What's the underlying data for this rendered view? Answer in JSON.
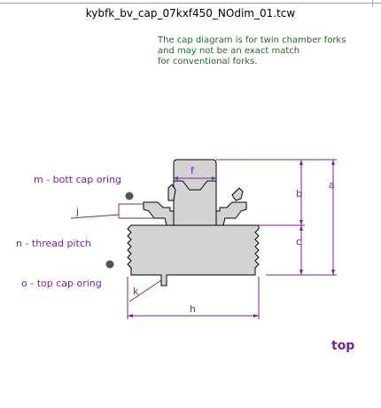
{
  "title": "kybfk_bv_cap_07kxf450_NOdim_01.tcw",
  "note": [
    "The cap diagram is for twin chamber forks",
    "and may not be an exact match",
    "for conventional forks."
  ],
  "labels": {
    "m": "m - bott cap oring",
    "n": "n - thread pitch",
    "o": "o - top cap oring"
  },
  "dims": {
    "a": "a",
    "b": "b",
    "c": "c",
    "f": "f",
    "h": "h",
    "j": "j",
    "k": "k"
  },
  "view_label": "top",
  "colors": {
    "dimension": "#7a1fa2",
    "leader": "#8b2a2a",
    "part_fill": "#d3d3d3",
    "note": "#1d6b1d"
  }
}
